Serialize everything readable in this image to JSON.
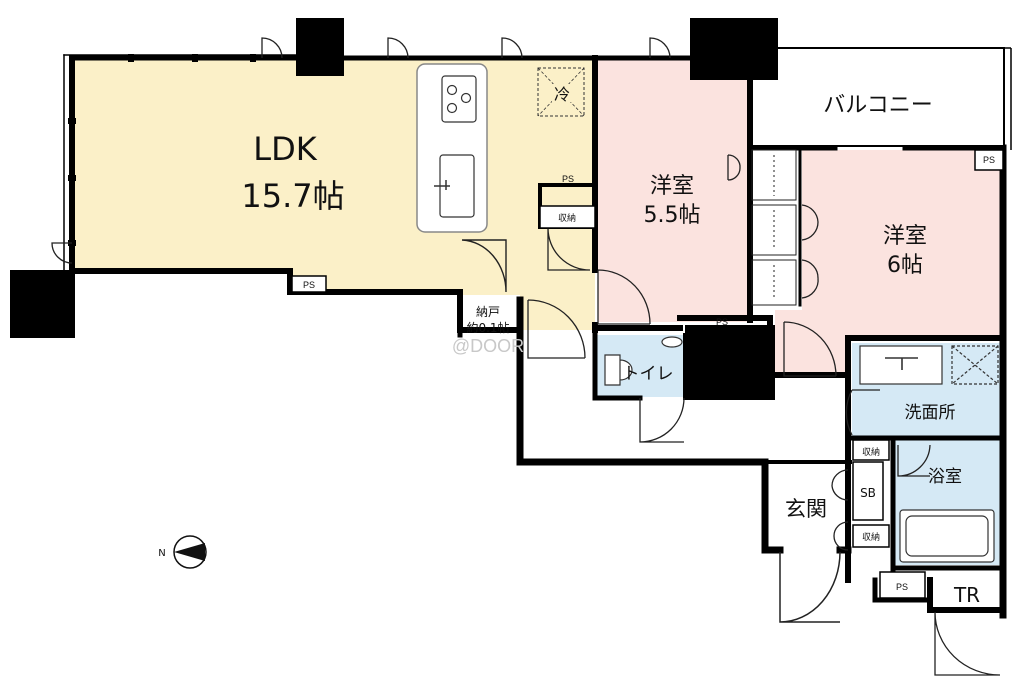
{
  "rooms": {
    "ldk": {
      "name": "LDK",
      "size": "15.7帖"
    },
    "western1": {
      "name": "洋室",
      "size": "5.5帖"
    },
    "western2": {
      "name": "洋室",
      "size": "6帖"
    },
    "balcony": {
      "name": "バルコニー"
    },
    "toilet": {
      "name": "トイレ"
    },
    "washroom": {
      "name": "洗面所"
    },
    "bath": {
      "name": "浴室"
    },
    "entrance": {
      "name": "玄関"
    },
    "storage_closet": {
      "name": "納戸",
      "size": "約0.1帖"
    }
  },
  "labels": {
    "ps": "PS",
    "storage": "収納",
    "shoebox": "SB",
    "trunk_room": "TR",
    "fridge": "冷",
    "north": "N"
  },
  "watermark": "@DOOR",
  "colors": {
    "ldk": "#fbf0c8",
    "western": "#fbe3df",
    "wet": "#d5e9f5",
    "wall": "#000000"
  }
}
